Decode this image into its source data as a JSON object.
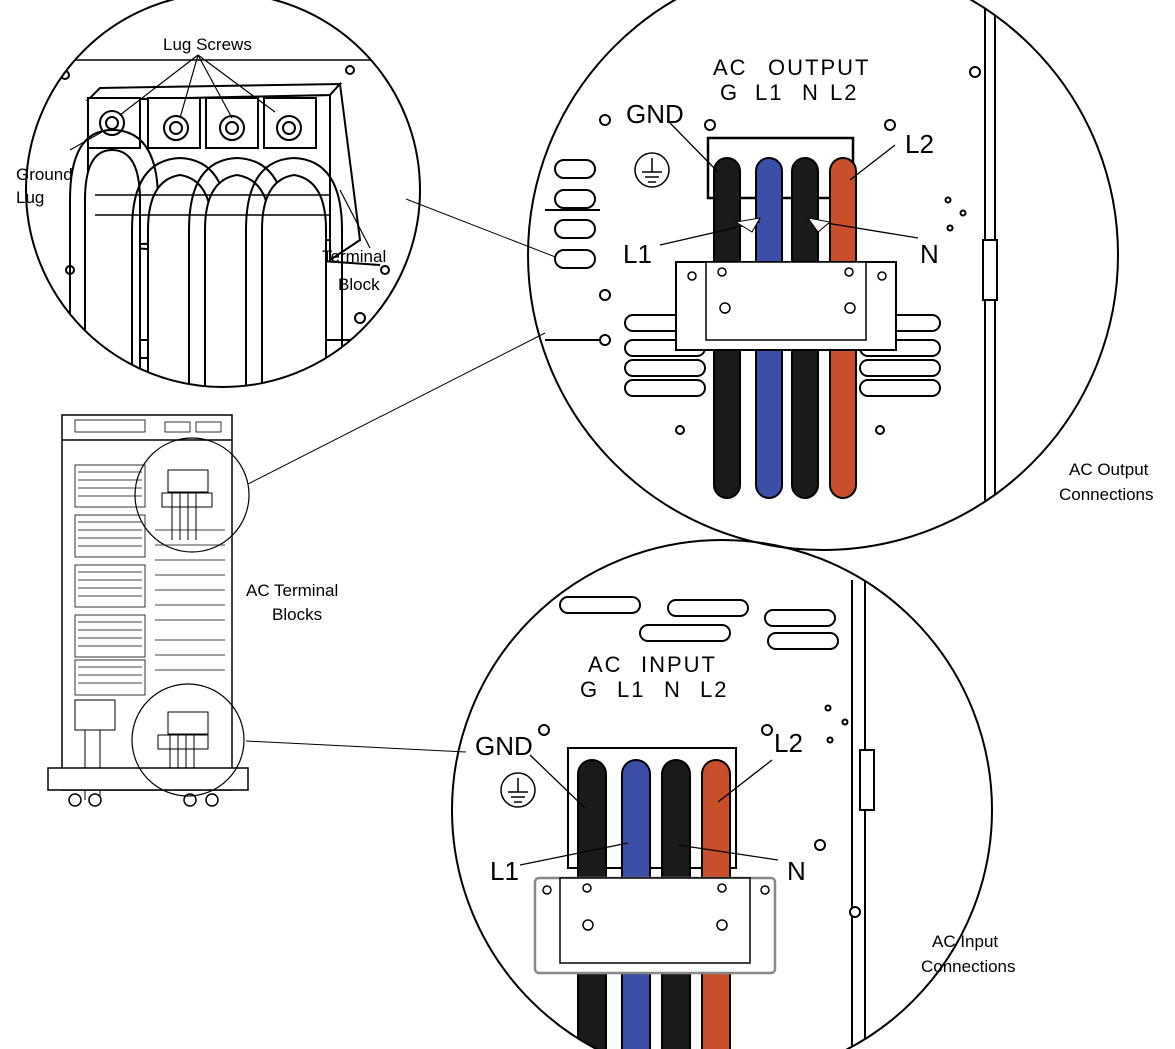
{
  "colors": {
    "wire_black": "#1a1a1a",
    "wire_blue": "#3b4fa8",
    "wire_red": "#c84f2a",
    "line": "#000000",
    "background": "#ffffff"
  },
  "detail_top_left": {
    "lug_screws": "Lug Screws",
    "ground_lug_line1": "Ground",
    "ground_lug_line2": "Lug",
    "terminal_block_line1": "Terminal",
    "terminal_block_line2": "Block"
  },
  "center": {
    "ac_terminal_blocks_line1": "AC Terminal",
    "ac_terminal_blocks_line2": "Blocks"
  },
  "output_detail": {
    "panel_title_1": "AC",
    "panel_title_2": "OUTPUT",
    "col_g": "G",
    "col_l1": "L1",
    "col_n": "N",
    "col_l2": "L2",
    "gnd": "GND",
    "l1": "L1",
    "n": "N",
    "l2": "L2",
    "caption_line1": "AC Output",
    "caption_line2": "Connections"
  },
  "input_detail": {
    "panel_title_1": "AC",
    "panel_title_2": "INPUT",
    "col_g": "G",
    "col_l1": "L1",
    "col_n": "N",
    "col_l2": "L2",
    "gnd": "GND",
    "l1": "L1",
    "n": "N",
    "l2": "L2",
    "caption_line1": "AC Input",
    "caption_line2": "Connections"
  }
}
